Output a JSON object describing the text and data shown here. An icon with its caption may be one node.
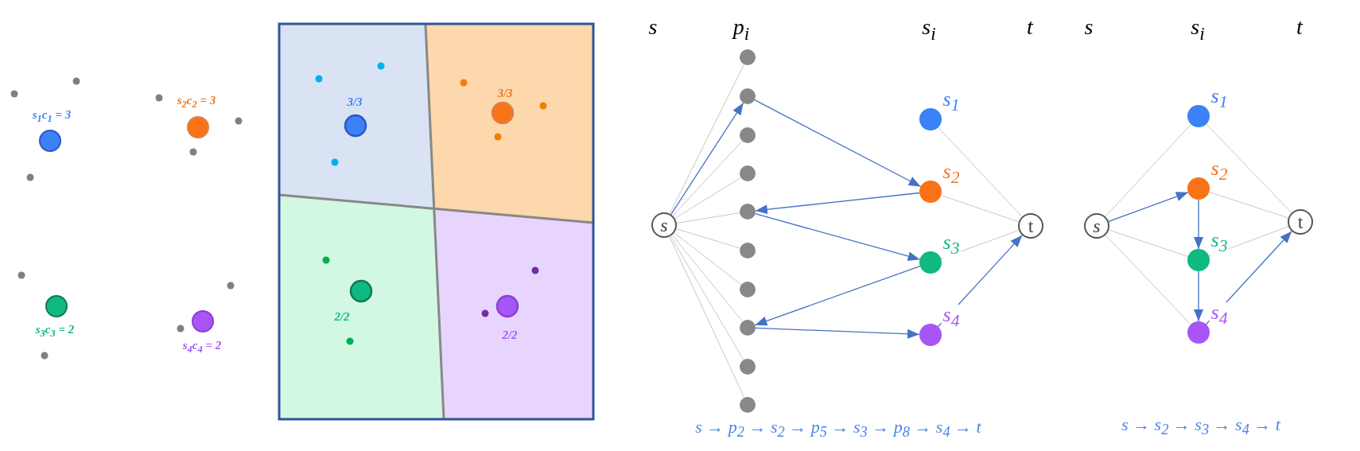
{
  "diagram": {
    "nodes": [
      {
        "text": [
          "s"
        ]
      },
      {
        "text": [],
        "shape": "circle"
      },
      {
        "text": [],
        "shape": "circle"
      },
      {
        "text": [],
        "shape": "circle"
      },
      {
        "text": [],
        "shape": "circle"
      },
      {
        "text": [],
        "shape": "circle"
      },
      {
        "text": [],
        "shape": "circle"
      },
      {
        "text": [],
        "shape": "circle"
      },
      {
        "text": [],
        "shape": "circle"
      },
      {
        "text": [],
        "shape": "circle"
      },
      {
        "text": [],
        "shape": "circle"
      },
      {
        "text": [],
        "shape": "circle",
        "beside": [
          "s$_{1}$"
        ]
      },
      {
        "text": [],
        "shape": "circle",
        "beside": [
          "s$_{2}$"
        ]
      },
      {
        "text": [],
        "shape": "circle",
        "beside": [
          "s$_{3}$"
        ]
      },
      {
        "text": [],
        "shape": "circle",
        "beside": [
          "s$_{4}$"
        ]
      },
      {
        "text": [
          "t"
        ]
      },
      {
        "text": [
          "s"
        ]
      },
      {
        "text": [],
        "shape": "circle",
        "beside": [
          "s$_{1}$"
        ]
      },
      {
        "text": [],
        "shape": "circle",
        "beside": [
          "s$_{2}$"
        ]
      },
      {
        "text": [],
        "shape": "circle",
        "beside": [
          "s$_{3}$"
        ]
      },
      {
        "text": [],
        "shape": "circle",
        "beside": [
          "s$_{4}$"
        ]
      },
      {
        "text": [
          "t"
        ]
      }
    ],
    "edges": [
      {
        "from": 0,
        "to": 1,
        "arrow": "none"
      },
      {
        "from": 0,
        "to": 2,
        "arrow": "to",
        "color": "#4472c4"
      },
      {
        "from": 0,
        "to": 3,
        "arrow": "none"
      },
      {
        "from": 0,
        "to": 4,
        "arrow": "none"
      },
      {
        "from": 0,
        "to": 5,
        "arrow": "none"
      },
      {
        "from": 0,
        "to": 6,
        "arrow": "none"
      },
      {
        "from": 0,
        "to": 7,
        "arrow": "none"
      },
      {
        "from": 0,
        "to": 8,
        "arrow": "none"
      },
      {
        "from": 0,
        "to": 9,
        "arrow": "none"
      },
      {
        "from": 0,
        "to": 10,
        "arrow": "none"
      },
      {
        "from": 2,
        "to": 12,
        "arrow": "to",
        "color": "#4472c4"
      },
      {
        "from": 12,
        "to": 5,
        "arrow": "to",
        "color": "#4472c4"
      },
      {
        "from": 5,
        "to": 13,
        "arrow": "to",
        "color": "#4472c4"
      },
      {
        "from": 13,
        "to": 8,
        "arrow": "to",
        "color": "#4472c4"
      },
      {
        "from": 8,
        "to": 14,
        "arrow": "to",
        "color": "#4472c4"
      },
      {
        "from": 14,
        "to": 15,
        "arrow": "to",
        "color": "#4472c4"
      },
      {
        "from": 11,
        "to": 15,
        "arrow": "none"
      },
      {
        "from": 12,
        "to": 15,
        "arrow": "none"
      },
      {
        "from": 13,
        "to": 15,
        "arrow": "none"
      },
      {
        "from": 16,
        "to": 17,
        "arrow": "none"
      },
      {
        "from": 16,
        "to": 18,
        "arrow": "to",
        "color": "#4472c4"
      },
      {
        "from": 16,
        "to": 19,
        "arrow": "none"
      },
      {
        "from": 16,
        "to": 20,
        "arrow": "none"
      },
      {
        "from": 18,
        "to": 19,
        "arrow": "to",
        "color": "#4472c4"
      },
      {
        "from": 19,
        "to": 20,
        "arrow": "to",
        "color": "#4472c4"
      },
      {
        "from": 20,
        "to": 21,
        "arrow": "to",
        "color": "#4472c4"
      },
      {
        "from": 17,
        "to": 21,
        "arrow": "none"
      },
      {
        "from": 18,
        "to": 21,
        "arrow": "none"
      },
      {
        "from": 19,
        "to": 21,
        "arrow": "none"
      }
    ],
    "labels": [
      "s$_{1}$c$_{1}$ = 3",
      "s$_{2}$c$_{2}$ = 3",
      "s$_{3}$c$_{3}$ = 2",
      "s$_{4}$c$_{4}$ = 2",
      "3/3",
      "3/3",
      "2/2",
      "2/2",
      "s",
      "p$_{i}$",
      "s$_{i}$",
      "t",
      "s → p$_{2}$ → s$_{2}$ → p$_{5}$ → s$_{3}$ → p$_{8}$ → s$_{4}$ → t",
      "s",
      "s$_{i}$",
      "t",
      "s → s$_{2}$ → s$_{3}$ → s$_{4}$ → t"
    ]
  }
}
